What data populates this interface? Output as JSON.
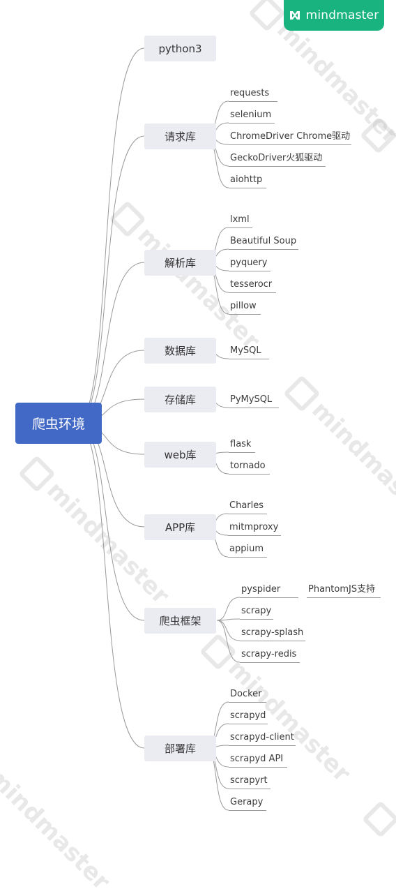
{
  "badge": {
    "label": "mindmaster",
    "icon": "mindmaster-logo-icon",
    "color": "#18b37e"
  },
  "watermark_text": "mindmaster",
  "root": {
    "label": "爬虫环境",
    "color": "#4369c6"
  },
  "branches": [
    {
      "id": "python3",
      "label": "python3",
      "children": []
    },
    {
      "id": "request",
      "label": "请求库",
      "children": [
        {
          "label": "requests"
        },
        {
          "label": "selenium"
        },
        {
          "label": "ChromeDriver Chrome驱动"
        },
        {
          "label": "GeckoDriver火狐驱动"
        },
        {
          "label": "aiohttp"
        }
      ]
    },
    {
      "id": "parse",
      "label": "解析库",
      "children": [
        {
          "label": "lxml"
        },
        {
          "label": "Beautiful Soup"
        },
        {
          "label": "pyquery"
        },
        {
          "label": "tesserocr"
        },
        {
          "label": "pillow"
        }
      ]
    },
    {
      "id": "database",
      "label": "数据库",
      "children": [
        {
          "label": "MySQL"
        }
      ]
    },
    {
      "id": "storage",
      "label": "存储库",
      "children": [
        {
          "label": "PyMySQL"
        }
      ]
    },
    {
      "id": "web",
      "label": "web库",
      "children": [
        {
          "label": "flask"
        },
        {
          "label": "tornado"
        }
      ]
    },
    {
      "id": "app",
      "label": "APP库",
      "children": [
        {
          "label": "Charles"
        },
        {
          "label": "mitmproxy"
        },
        {
          "label": "appium"
        }
      ]
    },
    {
      "id": "framework",
      "label": "爬虫框架",
      "children": [
        {
          "label": "pyspider",
          "children": [
            {
              "label": "PhantomJS支持"
            }
          ]
        },
        {
          "label": "scrapy"
        },
        {
          "label": "scrapy-splash"
        },
        {
          "label": "scrapy-redis"
        }
      ]
    },
    {
      "id": "deploy",
      "label": "部署库",
      "children": [
        {
          "label": "Docker"
        },
        {
          "label": "scrapyd"
        },
        {
          "label": "scrapyd-client"
        },
        {
          "label": "scrapyd API"
        },
        {
          "label": "scrapyrt"
        },
        {
          "label": "Gerapy"
        }
      ]
    }
  ]
}
